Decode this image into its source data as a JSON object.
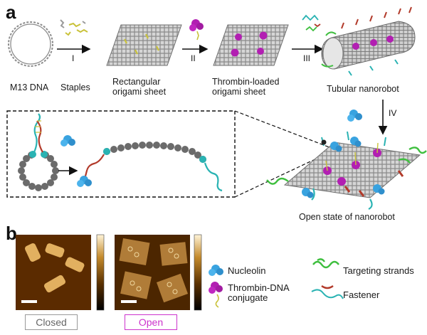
{
  "figure": {
    "panel_a_letter": "a",
    "panel_b_letter": "b",
    "labels": {
      "m13": "M13 DNA",
      "staples": "Staples",
      "rect_line1": "Rectangular",
      "rect_line2": "origami sheet",
      "thrombin_line1": "Thrombin-loaded",
      "thrombin_line2": "origami sheet",
      "tubular": "Tubular nanorobot",
      "open_state": "Open state of nanorobot"
    },
    "steps": [
      "I",
      "II",
      "III",
      "IV"
    ],
    "afm": {
      "closed_label": "Closed",
      "open_label": "Open",
      "closed_border": "#999999",
      "open_border": "#cc33cc"
    },
    "legend": {
      "nucleolin": "Nucleolin",
      "thrombin_line1": "Thrombin-DNA",
      "thrombin_line2": "conjugate",
      "targeting": "Targeting strands",
      "fastener": "Fastener"
    },
    "colors": {
      "dna_gray": "#8c8c8c",
      "staple_yellow": "#c9c23a",
      "thrombin_magenta": "#b21fb2",
      "nucleolin_blue": "#39a3e0",
      "targeting_green": "#3fbf3f",
      "fastener_teal": "#2ab3b3",
      "fastener_red": "#b23a2a"
    }
  }
}
